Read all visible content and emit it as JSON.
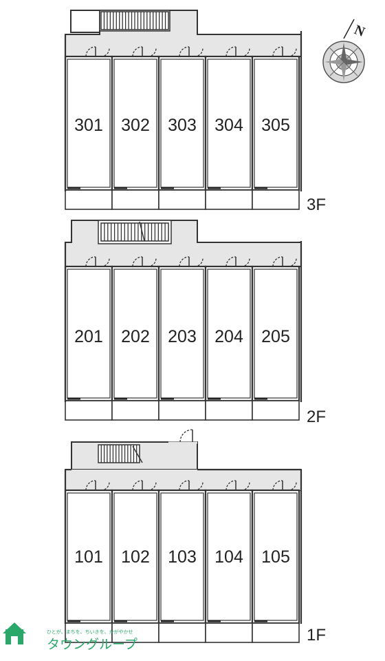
{
  "floors": [
    {
      "label": "3F",
      "rooms": [
        "301",
        "302",
        "303",
        "304",
        "305"
      ]
    },
    {
      "label": "2F",
      "rooms": [
        "201",
        "202",
        "203",
        "204",
        "205"
      ]
    },
    {
      "label": "1F",
      "rooms": [
        "101",
        "102",
        "103",
        "104",
        "105"
      ]
    }
  ],
  "compass": {
    "north_label": "N",
    "icon": "compass-icon"
  },
  "logo": {
    "brand": "タウングループ",
    "tagline": "ひとが、まちを、ちいきを、かがやかせ"
  },
  "colors": {
    "hallway": "#e6e6e6",
    "walls": "#333333",
    "brand": "#2aa86a"
  }
}
